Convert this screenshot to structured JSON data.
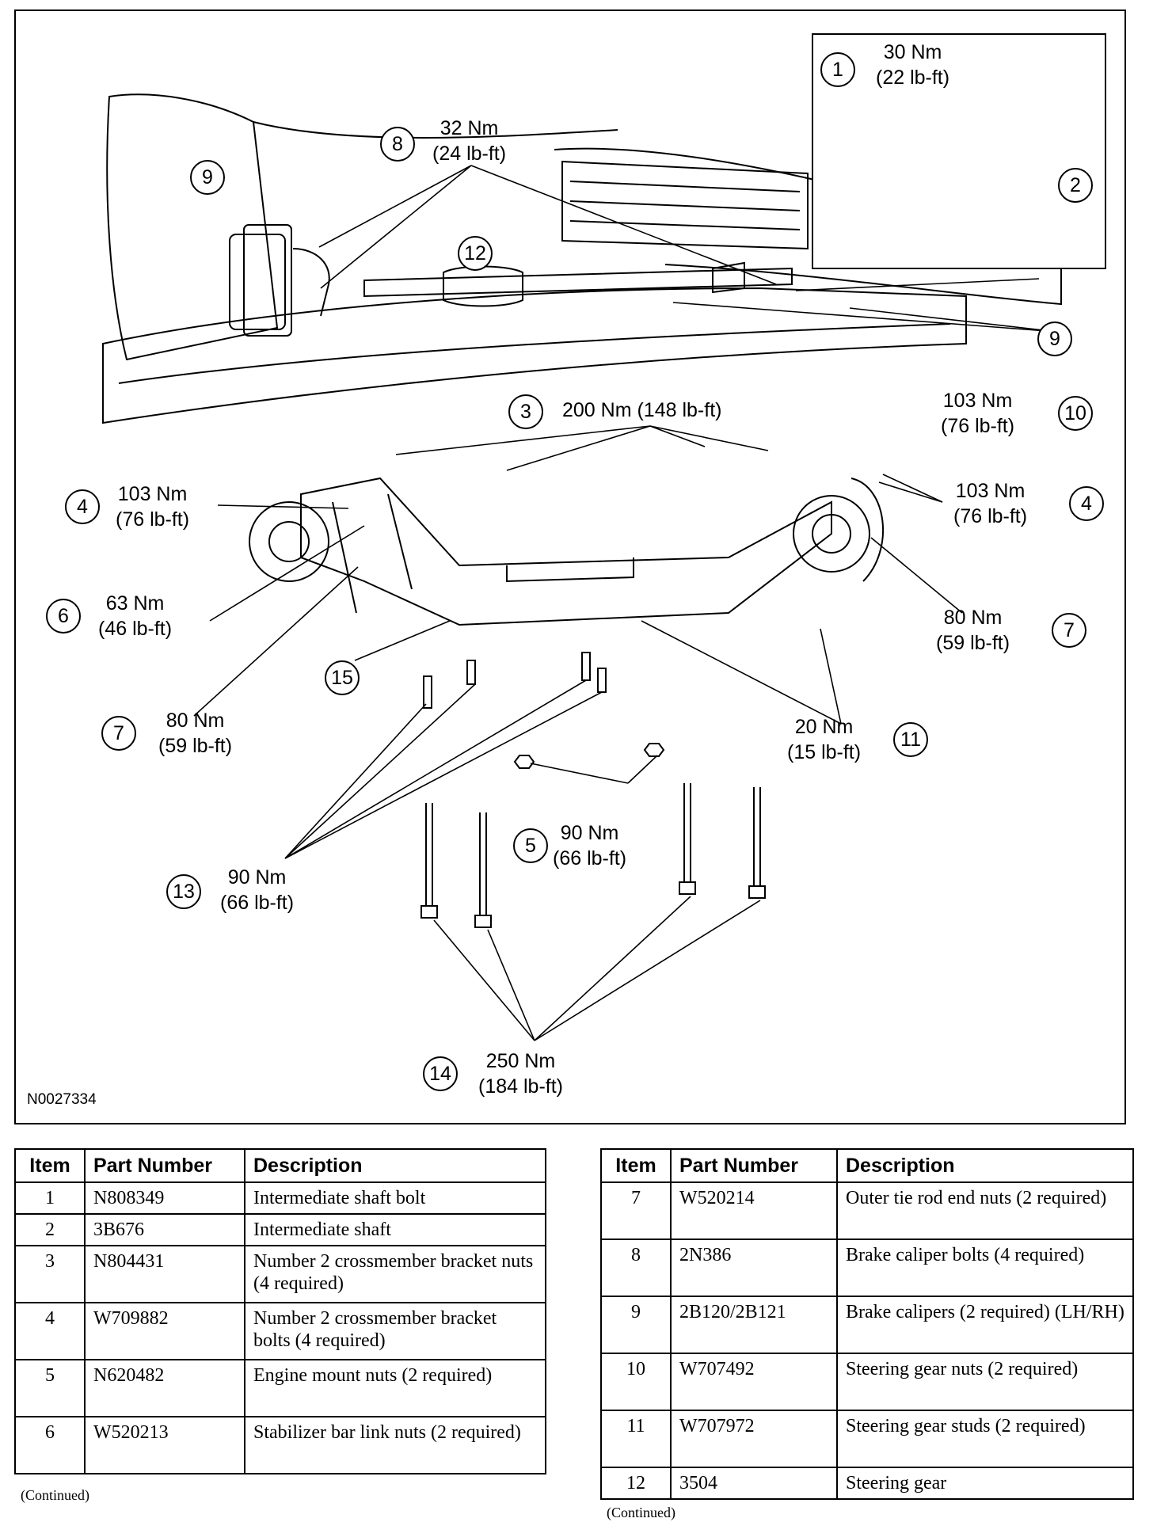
{
  "figure": {
    "id": "N0027334",
    "callouts": [
      {
        "n": "1"
      },
      {
        "n": "2"
      },
      {
        "n": "3"
      },
      {
        "n": "4"
      },
      {
        "n": "4"
      },
      {
        "n": "5"
      },
      {
        "n": "6"
      },
      {
        "n": "7"
      },
      {
        "n": "7"
      },
      {
        "n": "8"
      },
      {
        "n": "9"
      },
      {
        "n": "9"
      },
      {
        "n": "10"
      },
      {
        "n": "11"
      },
      {
        "n": "12"
      },
      {
        "n": "13"
      },
      {
        "n": "14"
      },
      {
        "n": "15"
      }
    ],
    "torques": [
      {
        "nm": "30 Nm",
        "lbft": "(22 lb-ft)"
      },
      {
        "nm": "32 Nm",
        "lbft": "(24 lb-ft)"
      },
      {
        "nm": "200 Nm (148 lb-ft)",
        "lbft": ""
      },
      {
        "nm": "103 Nm",
        "lbft": "(76 lb-ft)"
      },
      {
        "nm": "103 Nm",
        "lbft": "(76 lb-ft)"
      },
      {
        "nm": "103 Nm",
        "lbft": "(76 lb-ft)"
      },
      {
        "nm": "63 Nm",
        "lbft": "(46 lb-ft)"
      },
      {
        "nm": "80 Nm",
        "lbft": "(59 lb-ft)"
      },
      {
        "nm": "80 Nm",
        "lbft": "(59 lb-ft)"
      },
      {
        "nm": "20 Nm",
        "lbft": "(15 lb-ft)"
      },
      {
        "nm": "90 Nm",
        "lbft": "(66 lb-ft)"
      },
      {
        "nm": "90 Nm",
        "lbft": "(66 lb-ft)"
      },
      {
        "nm": "250 Nm",
        "lbft": "(184 lb-ft)"
      }
    ]
  },
  "table_left": {
    "headers": [
      "Item",
      "Part Number",
      "Description"
    ],
    "rows": [
      {
        "item": "1",
        "part": "N808349",
        "desc": "Intermediate shaft bolt"
      },
      {
        "item": "2",
        "part": "3B676",
        "desc": "Intermediate shaft"
      },
      {
        "item": "3",
        "part": "N804431",
        "desc": "Number 2 crossmember bracket nuts (4 required)"
      },
      {
        "item": "4",
        "part": "W709882",
        "desc": "Number 2 crossmember bracket bolts (4 required)"
      },
      {
        "item": "5",
        "part": "N620482",
        "desc": "Engine mount nuts (2 required)"
      },
      {
        "item": "6",
        "part": "W520213",
        "desc": "Stabilizer bar link nuts (2 required)"
      }
    ],
    "continued": "(Continued)"
  },
  "table_right": {
    "headers": [
      "Item",
      "Part Number",
      "Description"
    ],
    "rows": [
      {
        "item": "7",
        "part": "W520214",
        "desc": "Outer tie rod end nuts (2 required)"
      },
      {
        "item": "8",
        "part": "2N386",
        "desc": "Brake caliper bolts (4 required)"
      },
      {
        "item": "9",
        "part": "2B120/2B121",
        "desc": "Brake calipers (2 required) (LH/RH)"
      },
      {
        "item": "10",
        "part": "W707492",
        "desc": "Steering gear nuts (2 required)"
      },
      {
        "item": "11",
        "part": "W707972",
        "desc": "Steering gear studs (2 required)"
      },
      {
        "item": "12",
        "part": "3504",
        "desc": "Steering gear"
      }
    ],
    "continued": "(Continued)"
  }
}
